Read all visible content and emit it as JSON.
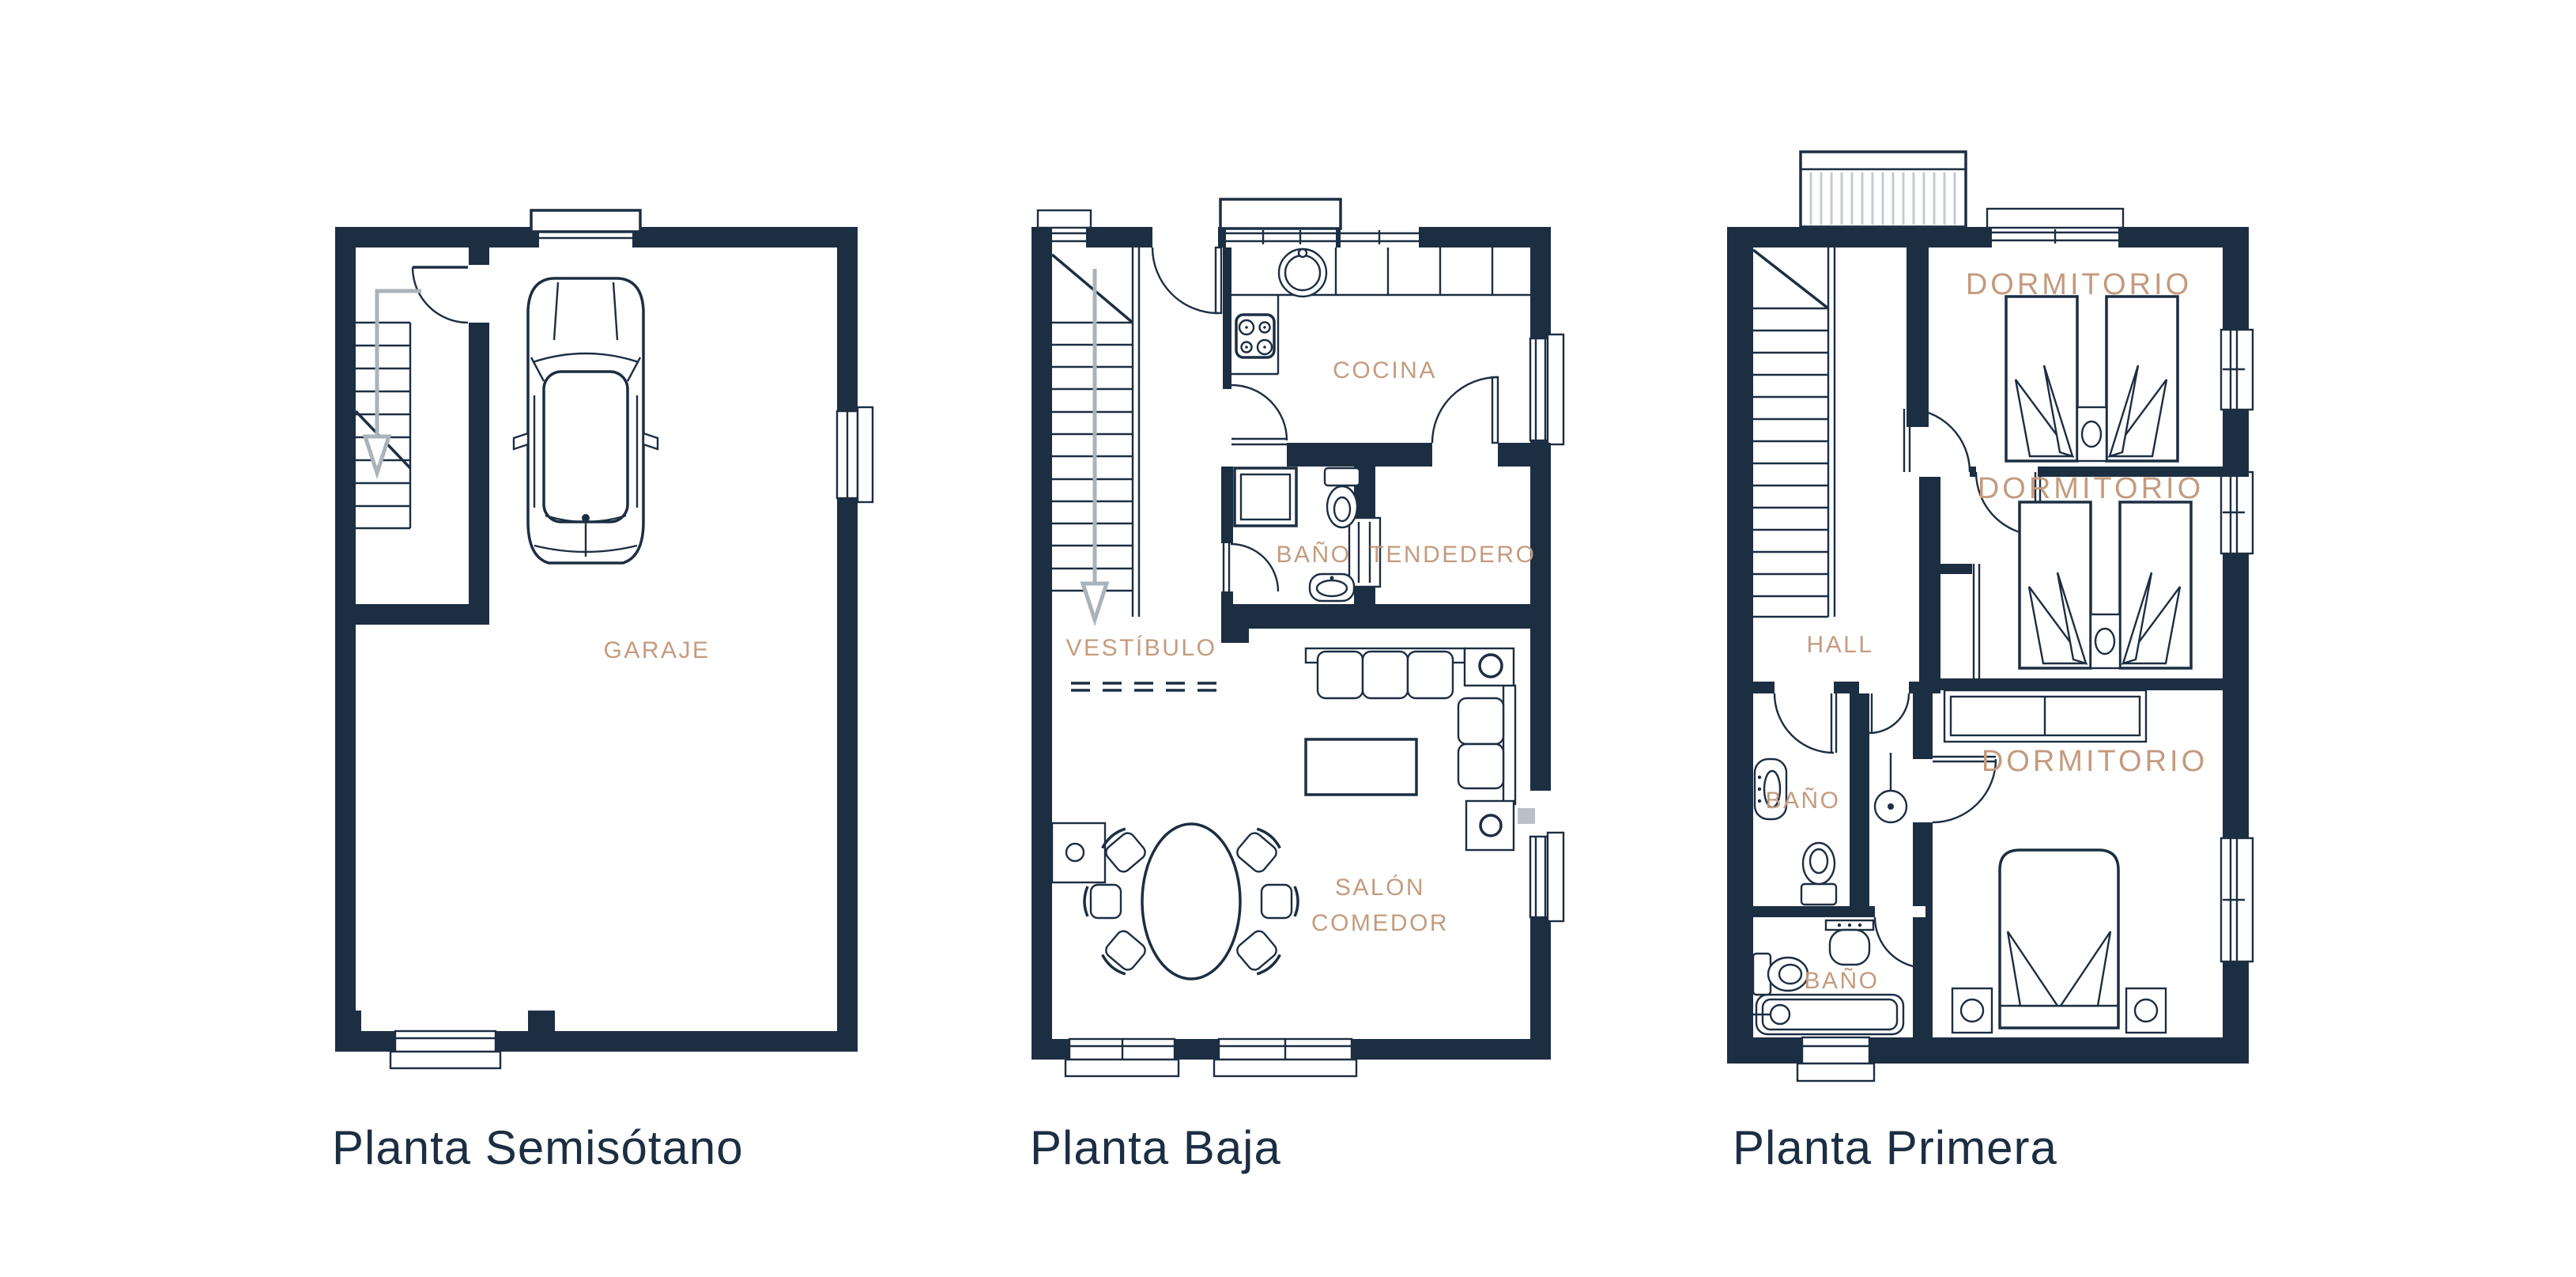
{
  "colors": {
    "wall": "#1c2e42",
    "room_label": "#c49b7e",
    "stair_arrow": "#aab3ba",
    "deck_stripes": "#c5cbd1",
    "radiator": "#b9c0c6",
    "background": "#ffffff"
  },
  "plans": [
    {
      "title": "Planta Semisótano",
      "rooms": {
        "garage": "GARAJE"
      }
    },
    {
      "title": "Planta Baja",
      "rooms": {
        "kitchen": "COCINA",
        "bath": "BAÑO",
        "laundry": "TENDEDERO",
        "vestibule": "VESTÍBULO",
        "living_line1": "SALÓN",
        "living_line2": "COMEDOR"
      }
    },
    {
      "title": "Planta Primera",
      "rooms": {
        "bedroom_top": "DORMITORIO",
        "bedroom_mid": "DORMITORIO",
        "bedroom_bottom": "DORMITORIO",
        "hall": "HALL",
        "bath_mid": "BAÑO",
        "bath_bottom": "BAÑO"
      }
    }
  ]
}
